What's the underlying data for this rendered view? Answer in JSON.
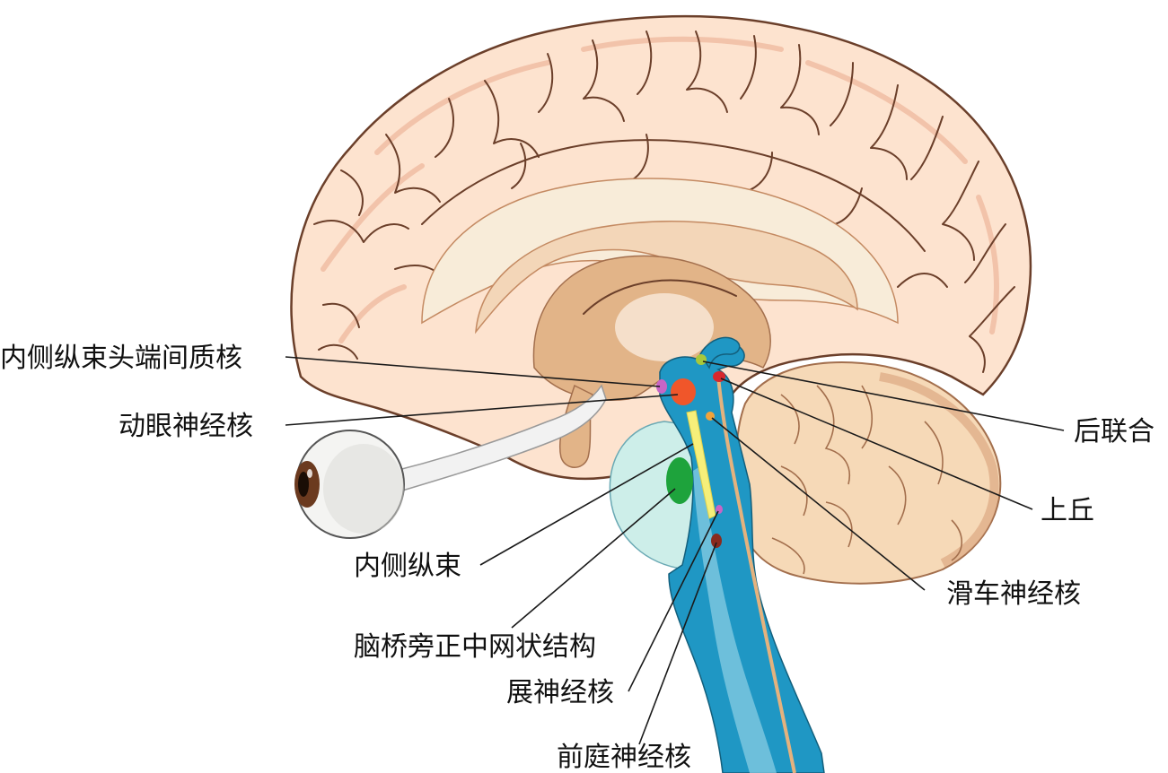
{
  "labels": {
    "riMLF": "内侧纵束头端间质核",
    "oculomotor": "动眼神经核",
    "mlf": "内侧纵束",
    "pprf": "脑桥旁正中网状结构",
    "abducens": "展神经核",
    "vestibular": "前庭神经核",
    "posterior_commissure": "后联合",
    "superior_colliculus": "上丘",
    "trochlear": "滑车神经核"
  },
  "colors": {
    "cortex": "#fde3cf",
    "cortex_edge": "#6b3f2a",
    "white_matter": "#f8ecd9",
    "corpus_callosum": "#f3d6b8",
    "deep_structures": "#e2b488",
    "brainstem": "#1f97c4",
    "brainstem_light": "#8fd0e6",
    "pons_shade": "#cdeee9",
    "cerebellum": "#f6d9b7",
    "riMLF_nucleus": "#c865c6",
    "oculomotor_nucleus": "#f0562a",
    "posterior_commissure": "#a8c83a",
    "superior_colliculus": "#d8272d",
    "trochlear_nucleus": "#f2a33a",
    "mlf_tract": "#f6ef7a",
    "pprf_region": "#1ea33c",
    "abducens_nucleus": "#c865c6",
    "vestibular_nucleus": "#8a2a1e",
    "eye_white": "#f4f4f2",
    "iris": "#6b3a1f"
  },
  "icons": {
    "eye": "eyeball-icon",
    "brain": "brain-sagittal-icon"
  }
}
